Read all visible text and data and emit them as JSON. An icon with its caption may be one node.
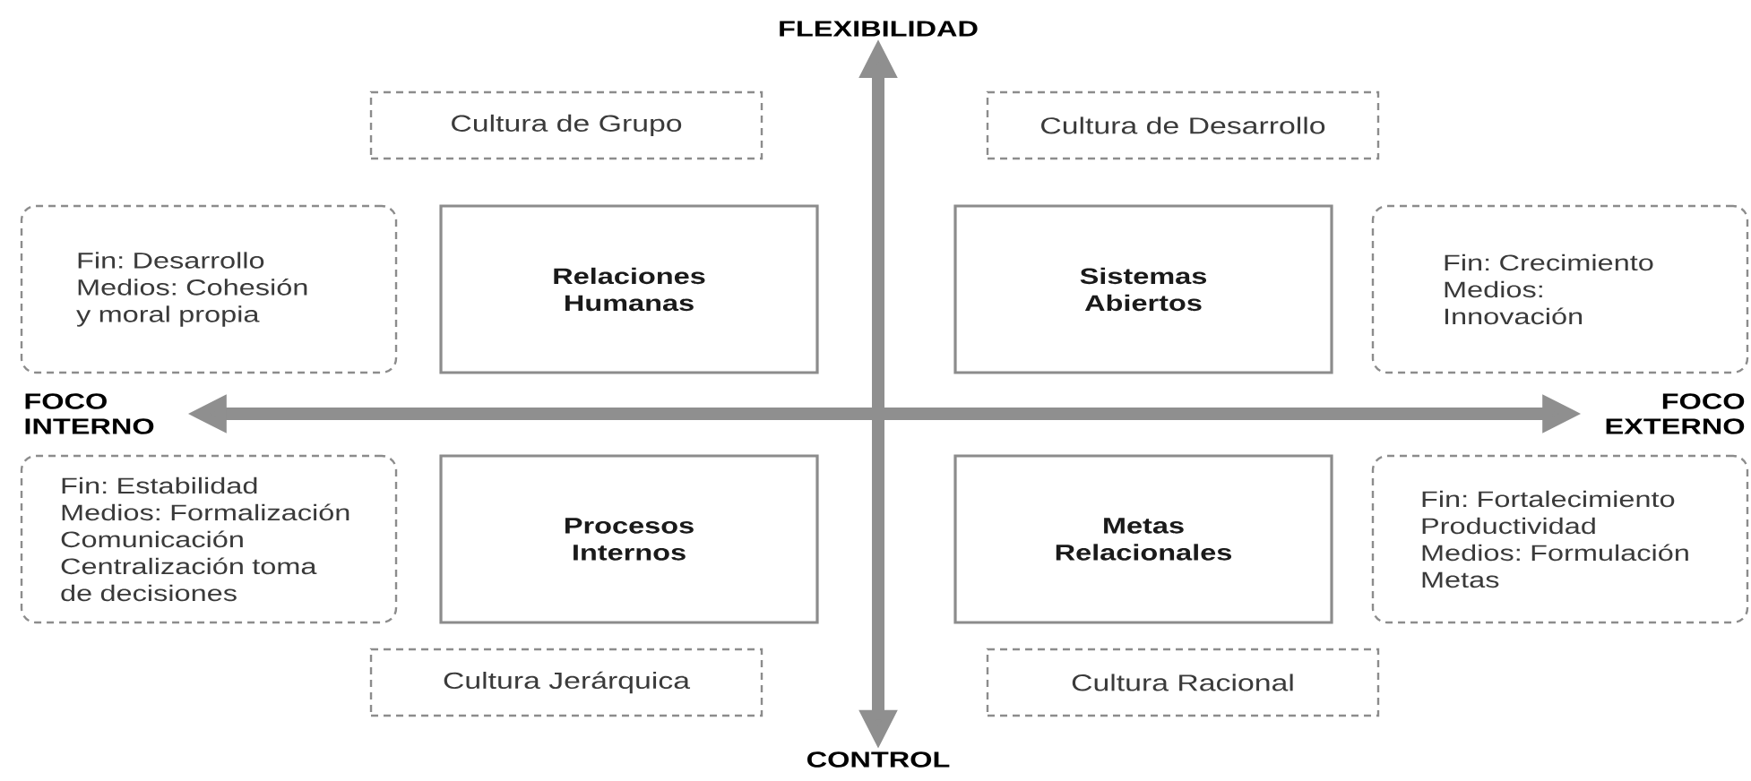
{
  "diagram": {
    "nodes": [
      {
        "text": [
          "FLEXIBILIDAD"
        ]
      },
      {
        "text": [
          "Cultura de Grupo"
        ]
      },
      {
        "text": [
          "Cultura de Desarrollo"
        ]
      },
      {
        "text": [
          "Fin: Desarrollo Medios: Cohesión y moral propia"
        ]
      },
      {
        "text": [
          "Relaciones Humanas"
        ]
      },
      {
        "text": [
          "Sistemas Abiertos"
        ]
      },
      {
        "text": [
          "Fin: Crecimiento Medios: Innovación"
        ]
      },
      {
        "text": [
          "FOCO INTERNO"
        ]
      },
      {
        "text": [
          "FOCO EXTERNO"
        ]
      },
      {
        "text": [
          "Fin: Estabilidad Medios: Formalización Comunicación Centralización toma de decisiones"
        ]
      },
      {
        "text": [
          "Procesos Internos"
        ]
      },
      {
        "text": [
          "Metas Relacionales"
        ]
      },
      {
        "text": [
          "Fin: Fortalecimiento Productividad Medios: Formulación Metas"
        ]
      },
      {
        "text": [
          "Cultura Jerárquica"
        ]
      },
      {
        "text": [
          "Cultura Racional"
        ]
      },
      {
        "text": [
          "CONTROL"
        ]
      }
    ],
    "edges": [
      {
        "from": 15,
        "to": 0,
        "arrow": "both"
      },
      {
        "from": 7,
        "to": 8,
        "arrow": "both"
      }
    ]
  }
}
